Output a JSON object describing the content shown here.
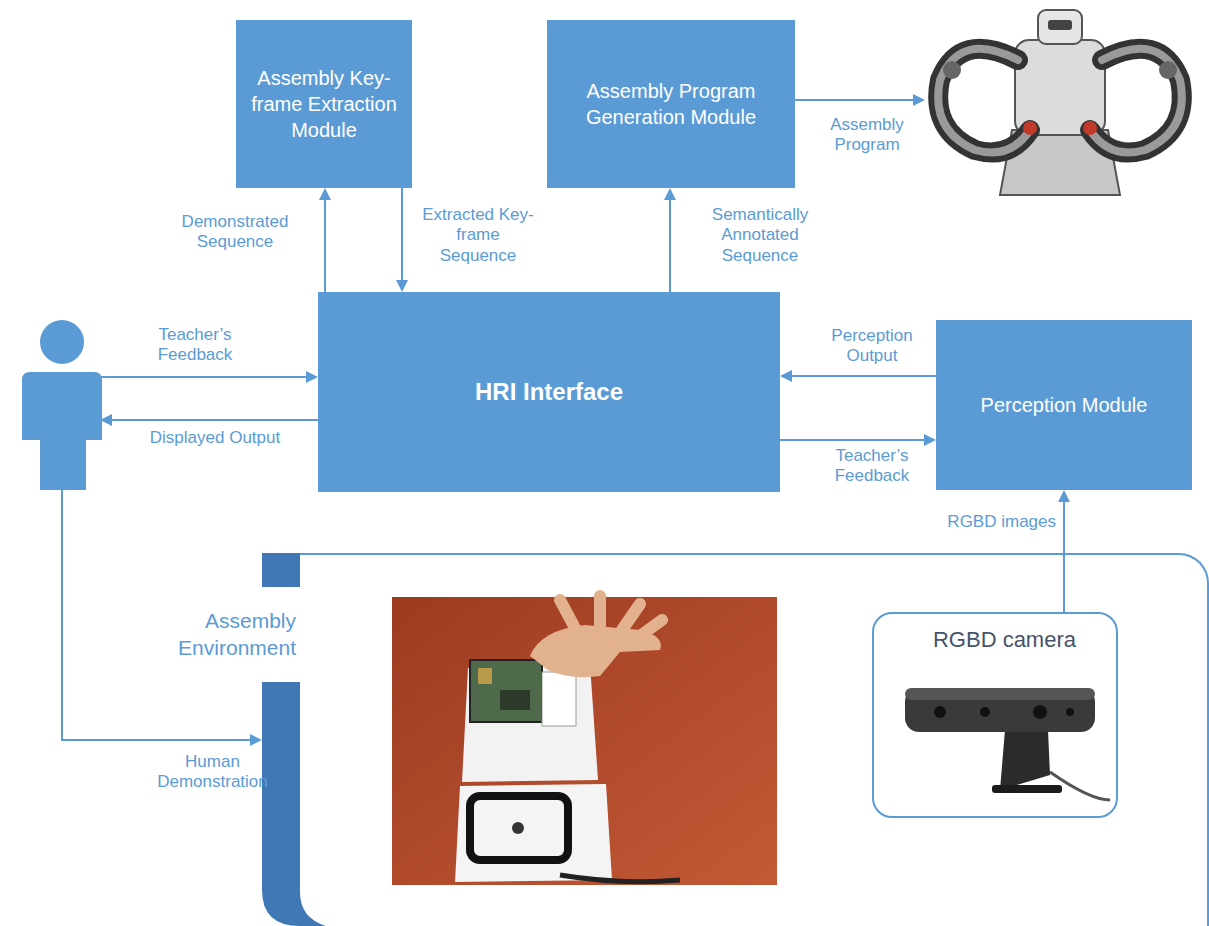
{
  "diagram": {
    "nodes": [
      {
        "text": [
          "Assembly Key-frame Extraction Module"
        ]
      },
      {
        "text": [
          "Assembly Program Generation Module"
        ]
      },
      {
        "text": [
          "HRI Interface"
        ]
      },
      {
        "text": [
          "Perception Module"
        ]
      },
      {
        "text": [
          "Assembly Environment"
        ]
      },
      {
        "text": [
          "RGBD camera"
        ],
        "in": 4
      }
    ],
    "edges": [
      {
        "from": 2,
        "to": 0,
        "label": "Demonstrated Sequence",
        "arrow": "to"
      },
      {
        "from": 0,
        "to": 2,
        "label": "Extracted Key-frame Sequence",
        "arrow": "to"
      },
      {
        "from": 2,
        "to": 1,
        "label": "Semantically Annotated Sequence",
        "arrow": "to"
      },
      {
        "from": 3,
        "to": 2,
        "label": "Perception Output",
        "arrow": "to"
      },
      {
        "from": 2,
        "to": 3,
        "label": "Teacher’s Feedback",
        "arrow": "to"
      },
      {
        "from": 5,
        "to": 3,
        "label": "RGBD images",
        "arrow": "to"
      }
    ],
    "labels": [
      "Assembly Program",
      "Teacher’s Feedback",
      "Displayed Output",
      "Human Demonstration"
    ]
  }
}
